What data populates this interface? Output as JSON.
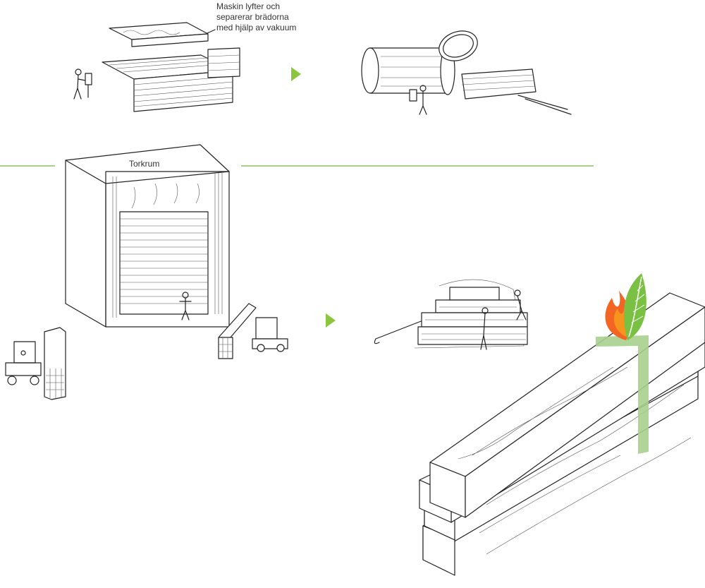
{
  "labels": {
    "vacuum_note": [
      "Maskin lyfter och",
      "separerar brädorna",
      "med hjälp av vakuum"
    ],
    "drying_room": "Torkrum"
  },
  "colors": {
    "accent_green": "#8cc63f",
    "line_green": "#a8d08d",
    "flame_orange": "#f26522",
    "flame_yellow": "#f7941d",
    "leaf_green": "#7ac143"
  },
  "icons": {
    "flow_arrow": "play-triangle",
    "logo": "flame-leaf"
  }
}
